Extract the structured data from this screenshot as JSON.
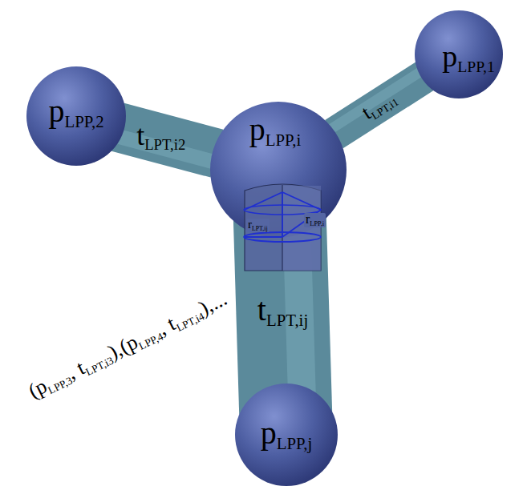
{
  "diagram": {
    "nodes": [
      {
        "text": [
          "pLPP,1"
        ]
      },
      {
        "text": [
          "pLPP,2"
        ]
      },
      {
        "text": [
          "pLPP,i"
        ]
      },
      {
        "text": [
          "pLPP,j"
        ]
      }
    ],
    "edges": [
      {
        "from": 2,
        "to": 1,
        "arrow": "none",
        "label": "tLPT,i2"
      },
      {
        "from": 2,
        "to": 0,
        "arrow": "none",
        "label": "tLPT,i1"
      },
      {
        "from": 2,
        "to": 3,
        "arrow": "none",
        "label": "tLPT,ij"
      }
    ],
    "labels": [
      "rLPP,i",
      "rLPT,ij",
      "(pLPP,3, tLPT,i3),(pLPP,4, tLPT,i4),..."
    ]
  }
}
